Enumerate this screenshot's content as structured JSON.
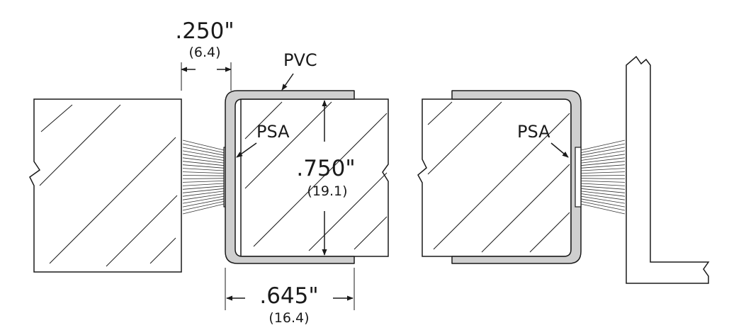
{
  "labels": {
    "top_gap_value": ".250\"",
    "top_gap_metric": "(6.4)",
    "pvc": "PVC",
    "psa_left": "PSA",
    "psa_right": "PSA",
    "height_value": ".750\"",
    "height_metric": "(19.1)",
    "width_value": ".645\"",
    "width_metric": "(16.4)"
  },
  "colors": {
    "pvc_fill": "#cfcfcf",
    "line": "#1a1a1a"
  }
}
